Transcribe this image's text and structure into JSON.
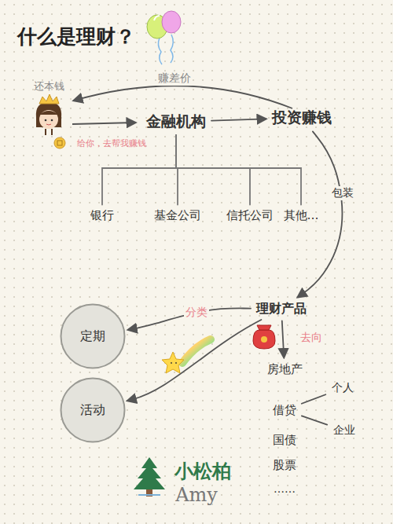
{
  "diagram": {
    "title": "什么是理财？",
    "nodes": [
      {
        "text": [
          "金融机构"
        ]
      },
      {
        "text": [
          "投资赚钱"
        ]
      },
      {
        "text": [
          "银行"
        ]
      },
      {
        "text": [
          "基金公司"
        ]
      },
      {
        "text": [
          "信托公司"
        ]
      },
      {
        "text": [
          "其他…"
        ]
      },
      {
        "text": [
          "理财产品"
        ]
      },
      {
        "text": [
          "定期"
        ]
      },
      {
        "text": [
          "活动"
        ]
      },
      {
        "text": [
          "房地产"
        ]
      },
      {
        "text": [
          "借贷"
        ]
      },
      {
        "text": [
          "个人"
        ]
      },
      {
        "text": [
          "企业"
        ]
      },
      {
        "text": [
          "国债"
        ]
      },
      {
        "text": [
          "股票"
        ]
      },
      {
        "text": [
          "……"
        ]
      }
    ],
    "edges": [
      {
        "from": 0,
        "to": 1,
        "arrow": "to"
      },
      {
        "from": 0,
        "to": 2,
        "arrow": "none"
      },
      {
        "from": 0,
        "to": 3,
        "arrow": "none"
      },
      {
        "from": 0,
        "to": 4,
        "arrow": "none"
      },
      {
        "from": 0,
        "to": 5,
        "arrow": "none"
      },
      {
        "from": 1,
        "to": 6,
        "label": "包装",
        "arrow": "to"
      },
      {
        "from": 6,
        "to": 7,
        "label": "分类",
        "arrow": "to"
      },
      {
        "from": 6,
        "to": 8,
        "arrow": "to"
      },
      {
        "from": 6,
        "to": 9,
        "label": "去向",
        "arrow": "to"
      },
      {
        "from": 10,
        "to": 11,
        "arrow": "none"
      },
      {
        "from": 10,
        "to": 12,
        "arrow": "none"
      }
    ],
    "labels": [
      "还本钱",
      "赚差价",
      "给你，去帮我赚钱",
      "小松柏",
      "Amy"
    ]
  }
}
